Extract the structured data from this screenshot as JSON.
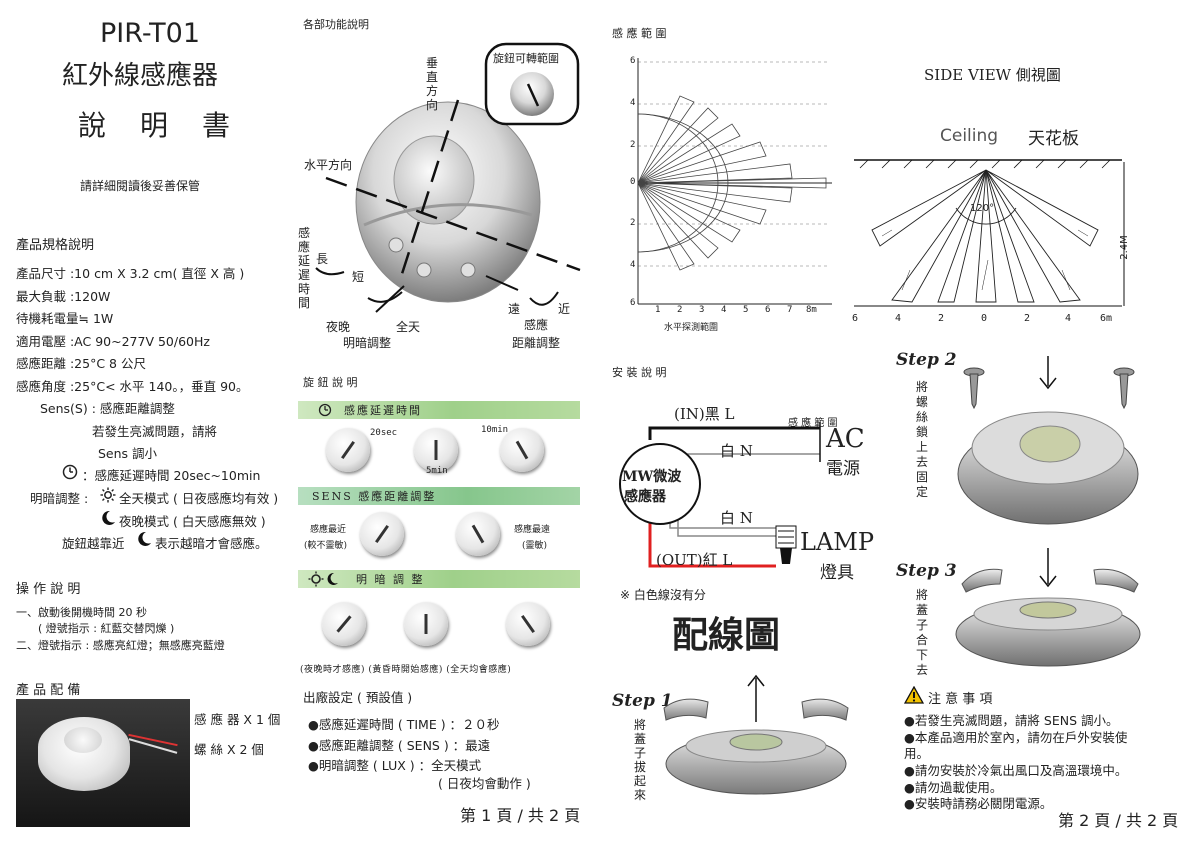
{
  "col1": {
    "title": "PIR-T01",
    "subtitle": "紅外線感應器",
    "manual": "說明書",
    "read_note": "請詳細閱讀後妥善保管",
    "spec_heading": "產品規格說明",
    "specs": [
      "產品尺寸 :10 cm X 3.2 cm( 直徑 X 高 )",
      "最大負載 :120W",
      "待機耗電量≒ 1W",
      "適用電壓 :AC 90~277V 50/60Hz",
      "感應距離 :25°C  8 公尺",
      "感應角度 :25°C< 水平 140。，垂直 90。"
    ],
    "sens_line1": "Sens(S) : 感應距離調整",
    "sens_line2": "若發生亮滅問題，請將",
    "sens_line3": "Sens 調小",
    "time_line": "：感應延遲時間 20sec~10min",
    "lux_line1": "明暗調整 :",
    "lux_line1b": "全天模式 ( 日夜感應均有效 )",
    "lux_line2": "夜晚模式 ( 白天感應無效 )",
    "lux_line3": "旋鈕越靠近",
    "lux_line3b": "表示越暗才會感應。",
    "ops_heading": "操  作  說  明",
    "ops": [
      "一、啟動後開機時間 20 秒",
      "( 燈號指示 : 紅藍交替閃爍 )",
      "二、燈號指示 : 感應亮紅燈；無感應亮藍燈"
    ],
    "parts_heading": "產  品  配  備",
    "parts": [
      "感 應 器 X 1 個",
      "螺        絲 X 2 個"
    ]
  },
  "col2": {
    "heading": "各部功能說明",
    "rotate_range": "旋鈕可轉範圍",
    "vertical": "垂直方向",
    "horizontal": "水平方向",
    "delay_label": "感應延遲時間",
    "long": "長",
    "short": "短",
    "night": "夜晚",
    "allday": "全天",
    "lux_adj": "明暗調整",
    "far": "遠",
    "near": "近",
    "sens_label": "感應",
    "sens_label2": "距離調整",
    "knob_heading": "旋  鈕  說  明",
    "delay_banner": "感應延遲時間",
    "t20": "20sec",
    "t5": "5min",
    "t10": "10min",
    "sens_banner": "SENS 感應距離調整",
    "sens_near": "感應最近",
    "sens_near2": "(較不靈敏)",
    "sens_far": "感應最遠",
    "sens_far2": "(靈敏)",
    "lux_banner": "明  暗  調  整",
    "lux_captions": "(夜晚時才感應)  (黃昏時開始感應)  (全天均會感應)",
    "factory_heading": "出廠設定 ( 預設值 )",
    "factory": [
      "●感應延遲時間 ( TIME ) ：２０秒",
      "●感應距離調整 ( SENS ) ：最遠",
      "●明暗調整 ( LUX ) ：全天模式",
      "( 日夜均會動作 )"
    ],
    "page": "第 1 頁 / 共 2 頁"
  },
  "col3": {
    "heading": "感  應  範  圍",
    "axis_label": "水平探測範圍",
    "x_ticks": [
      "1",
      "2",
      "3",
      "4",
      "5",
      "6",
      "7",
      "8m"
    ],
    "y_ticks": [
      "6",
      "4",
      "2",
      "0",
      "2",
      "4",
      "6"
    ],
    "install_heading": "安  裝  說  明",
    "in_black": "(IN)黑 L",
    "white_n1": "白 N",
    "white_n2": "白 N",
    "out_red": "(OUT)紅 L",
    "sensor": "MW微波",
    "sensor2": "感應器",
    "range": "感 應 範 圍",
    "ac": "AC",
    "power": "電源",
    "lamp": "LAMP",
    "lamp_zh": "燈具",
    "white_note": "※ 白色線沒有分",
    "wiring": "配線圖",
    "step1": "Step 1",
    "step1_text": "將蓋子拔起來"
  },
  "col4": {
    "side_view": "SIDE VIEW  側視圖",
    "ceiling": "Ceiling",
    "ceiling_zh": "天花板",
    "angle": "120°",
    "height": "2.4M",
    "x_ticks": [
      "6",
      "4",
      "2",
      "0",
      "2",
      "4",
      "6m"
    ],
    "step2": "Step 2",
    "step2_text": "將螺絲鎖上去固定",
    "step3": "Step 3",
    "step3_text": "將蓋子合下去",
    "caution": "注  意  事  項",
    "notes": [
      "●若發生亮滅問題，請將 SENS 調小。",
      "●本產品適用於室內，請勿在戶外安裝使",
      "  用。",
      "●請勿安裝於冷氣出風口及高溫環境中。",
      "●請勿過載使用。",
      "●安裝時請務必關閉電源。"
    ],
    "page": "第 2 頁 / 共 2 頁"
  },
  "colors": {
    "banner_green": "#9fd08a",
    "red_wire": "#e02020",
    "black_wire": "#111111"
  }
}
